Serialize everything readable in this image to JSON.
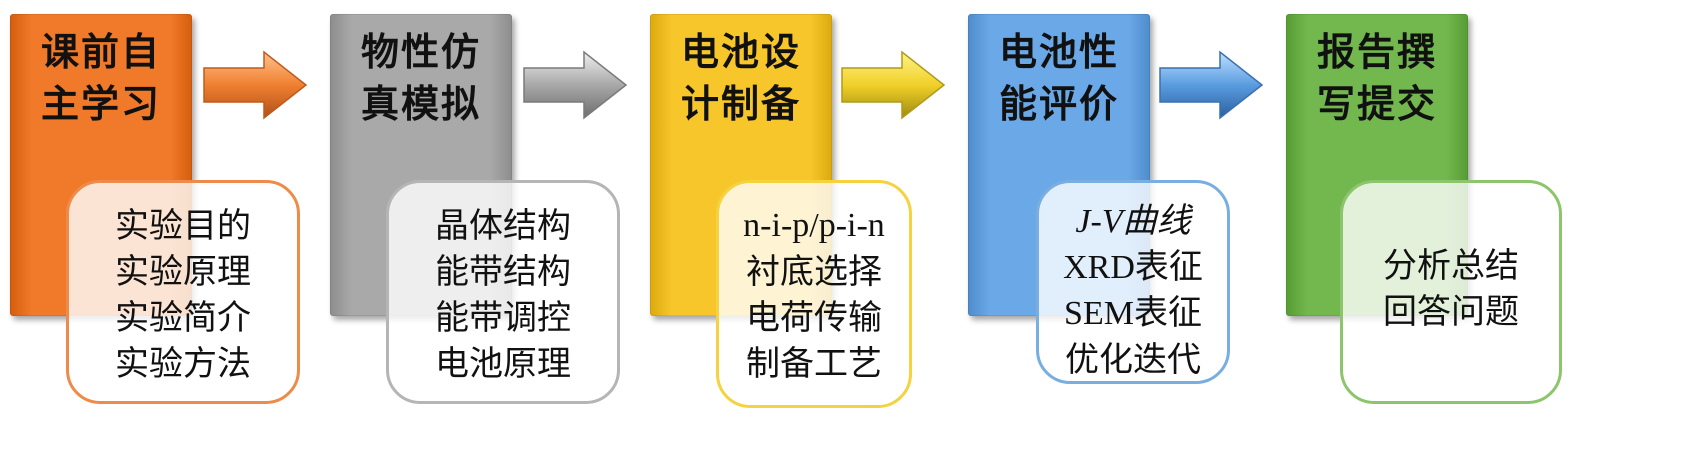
{
  "steps": [
    {
      "title_lines": [
        "课前自",
        "主学习"
      ],
      "color": "#F07A2A",
      "card_border": "#EE8B4A",
      "details": [
        "实验目的",
        "实验原理",
        "实验简介",
        "实验方法"
      ]
    },
    {
      "title_lines": [
        "物性仿",
        "真模拟"
      ],
      "color": "#A9A9A9",
      "card_border": "#B5B5B5",
      "details": [
        "晶体结构",
        "能带结构",
        "能带调控",
        "电池原理"
      ]
    },
    {
      "title_lines": [
        "电池设",
        "计制备"
      ],
      "color": "#F7C62A",
      "card_border": "#F5D23E",
      "details": [
        "n-i-p/p-i-n",
        "衬底选择",
        "电荷传输",
        "制备工艺"
      ]
    },
    {
      "title_lines": [
        "电池性",
        "能评价"
      ],
      "color": "#6AA8E8",
      "card_border": "#79AEE0",
      "details": [
        "J-V曲线",
        "XRD表征",
        "SEM表征",
        "优化迭代"
      ]
    },
    {
      "title_lines": [
        "报告撰",
        "写提交"
      ],
      "color": "#72B84E",
      "card_border": "#8CC56C",
      "details": [
        "分析总结",
        "回答问题"
      ]
    }
  ],
  "arrows": [
    {
      "color": "#F08030",
      "icon": "right-arrow-icon"
    },
    {
      "color": "#A8A8A8",
      "icon": "right-arrow-icon"
    },
    {
      "color": "#F0D028",
      "icon": "right-arrow-icon"
    },
    {
      "color": "#5A9CE0",
      "icon": "right-arrow-icon"
    }
  ]
}
